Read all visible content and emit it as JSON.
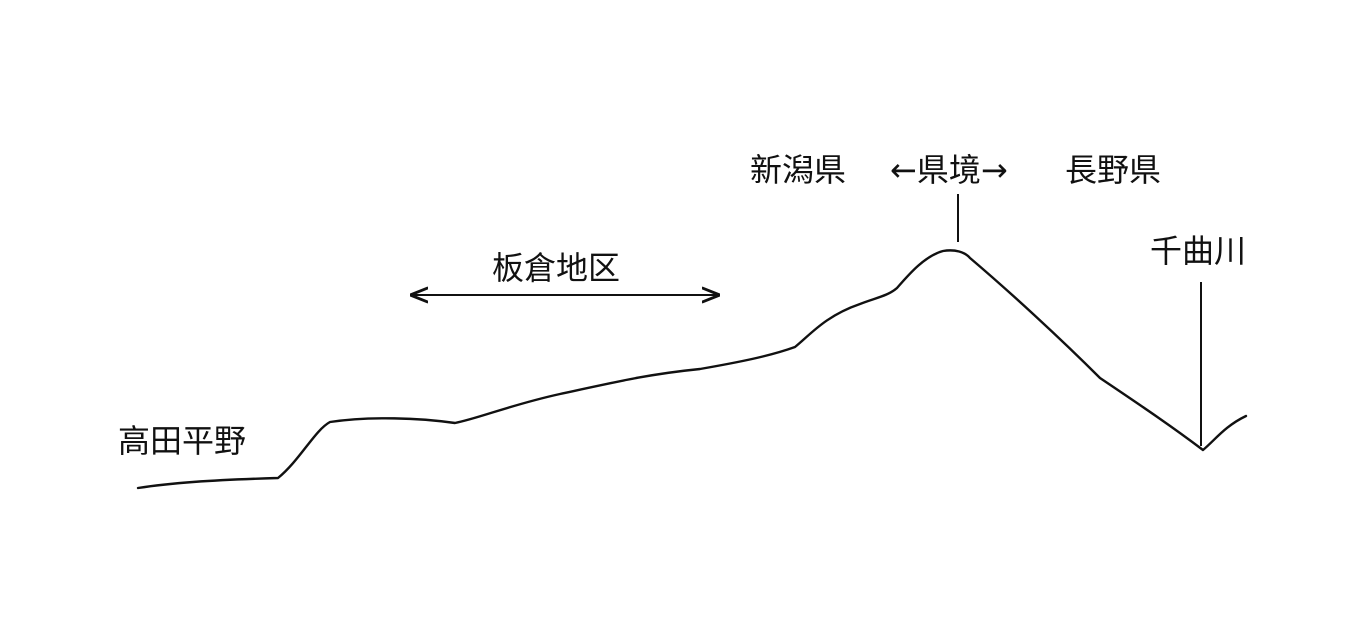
{
  "labels": {
    "takada_plain": "高田平野",
    "itakura_district": "板倉地区",
    "niigata_pref": "新潟県",
    "pref_border": "←県境→",
    "nagano_pref": "長野県",
    "chikuma_river": "千曲川"
  }
}
